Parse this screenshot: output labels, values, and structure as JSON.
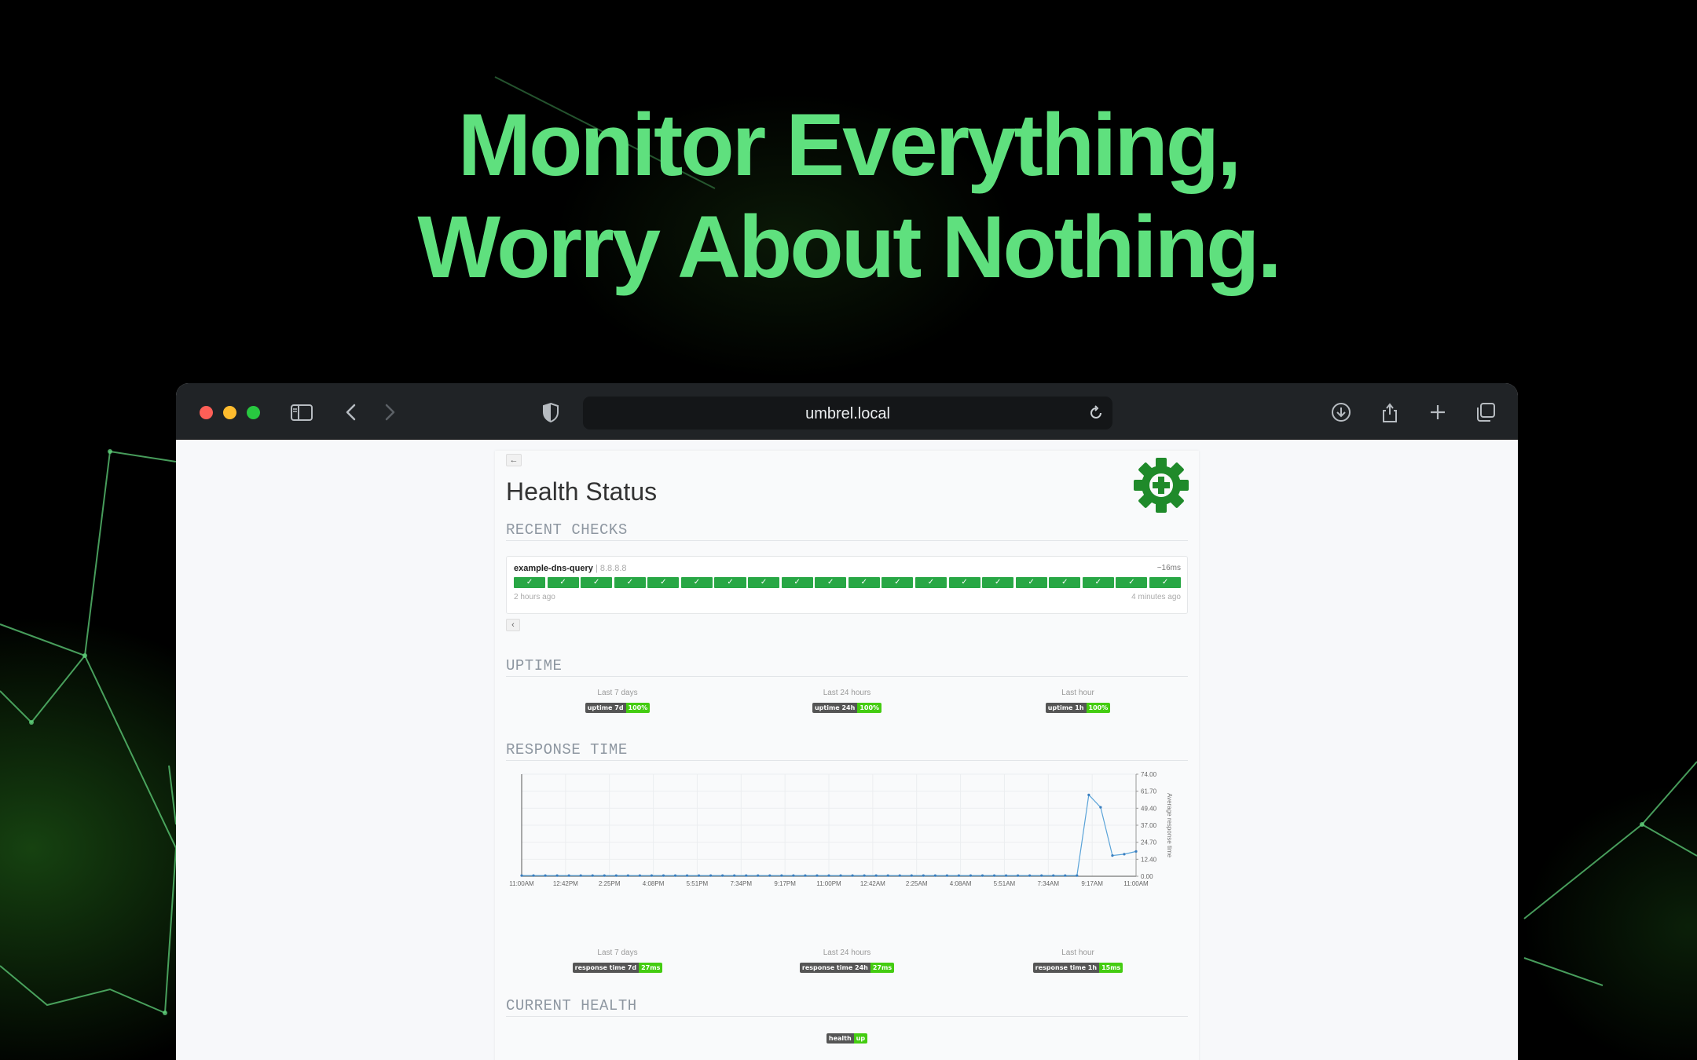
{
  "headline": {
    "line1": "Monitor Everything,",
    "line2": "Worry About Nothing."
  },
  "browser": {
    "url": "umbrel.local",
    "icons": [
      "sidebar-icon",
      "back-icon",
      "forward-icon",
      "shield-icon",
      "reload-icon",
      "download-icon",
      "share-icon",
      "plus-icon",
      "tabs-icon"
    ]
  },
  "page": {
    "back_label": "←",
    "title": "Health Status",
    "sections": {
      "recent_checks": "RECENT CHECKS",
      "uptime": "UPTIME",
      "response_time": "RESPONSE TIME",
      "current_health": "CURRENT HEALTH"
    },
    "check": {
      "name": "example-dns-query",
      "host": "| 8.8.8.8",
      "duration": "~16ms",
      "results": [
        "✓",
        "✓",
        "✓",
        "✓",
        "✓",
        "✓",
        "✓",
        "✓",
        "✓",
        "✓",
        "✓",
        "✓",
        "✓",
        "✓",
        "✓",
        "✓",
        "✓",
        "✓",
        "✓",
        "✓"
      ],
      "oldest": "2 hours ago",
      "newest": "4 minutes ago",
      "prev_label": "‹"
    },
    "uptime": [
      {
        "label": "Last 7 days",
        "badge_key": "uptime 7d",
        "badge_value": "100%"
      },
      {
        "label": "Last 24 hours",
        "badge_key": "uptime 24h",
        "badge_value": "100%"
      },
      {
        "label": "Last hour",
        "badge_key": "uptime 1h",
        "badge_value": "100%"
      }
    ],
    "response": [
      {
        "label": "Last 7 days",
        "badge_key": "response time 7d",
        "badge_value": "27ms"
      },
      {
        "label": "Last 24 hours",
        "badge_key": "response time 24h",
        "badge_value": "27ms"
      },
      {
        "label": "Last hour",
        "badge_key": "response time 1h",
        "badge_value": "15ms"
      }
    ],
    "health": {
      "badge_key": "health",
      "badge_value": "up"
    }
  },
  "colors": {
    "headline": "#5fe07e",
    "success": "#28a745",
    "badge_value": "#44cc11",
    "line": "#5aa3d8"
  },
  "chart_data": {
    "type": "line",
    "ylabel": "Average response time",
    "ylim": [
      0,
      74
    ],
    "y_ticks": [
      "74.00",
      "61.70",
      "49.40",
      "37.00",
      "24.70",
      "12.40",
      "0.00"
    ],
    "x_ticks": [
      "11:00AM",
      "12:42PM",
      "2:25PM",
      "4:08PM",
      "5:51PM",
      "7:34PM",
      "9:17PM",
      "11:00PM",
      "12:42AM",
      "2:25AM",
      "4:08AM",
      "5:51AM",
      "7:34AM",
      "9:17AM",
      "11:00AM"
    ],
    "series": [
      {
        "values": [
          0.5,
          0.5,
          0.5,
          0.5,
          0.5,
          0.5,
          0.5,
          0.5,
          0.5,
          0.5,
          0.5,
          0.5,
          0.5,
          0.5,
          0.5,
          0.5,
          0.5,
          0.5,
          0.5,
          0.5,
          0.5,
          0.5,
          0.5,
          0.5,
          0.5,
          0.5,
          0.5,
          0.5,
          0.5,
          0.5,
          0.5,
          0.5,
          0.5,
          0.5,
          0.5,
          0.5,
          0.5,
          0.5,
          0.5,
          0.5,
          0.5,
          0.5,
          0.5,
          0.5,
          0.5,
          0.5,
          0.5,
          0.5,
          59,
          50,
          15,
          16,
          18
        ]
      }
    ]
  }
}
